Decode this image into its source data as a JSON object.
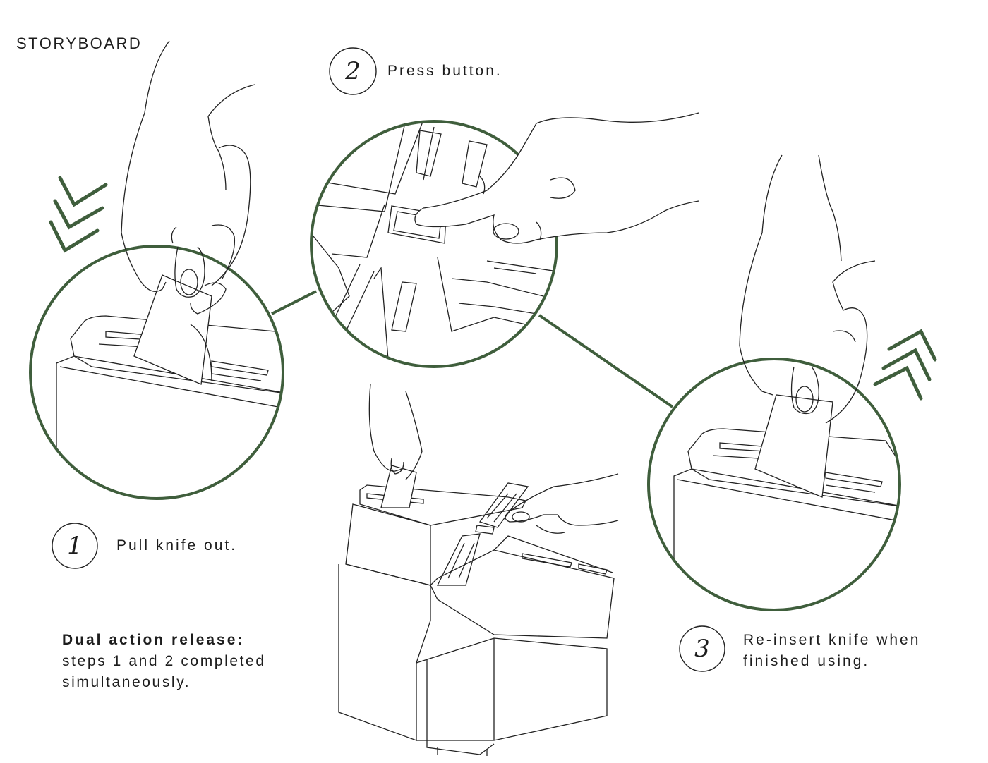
{
  "title": "STORYBOARD",
  "steps": [
    {
      "number": "1",
      "text": "Pull knife out."
    },
    {
      "number": "2",
      "text": "Press button."
    },
    {
      "number": "3",
      "line1": "Re-insert knife when",
      "line2": "finished using."
    }
  ],
  "note": {
    "heading": "Dual action release:",
    "line1": "steps 1 and 2 completed",
    "line2": "simultaneously."
  },
  "colors": {
    "accent": "#3f5e3c",
    "ink": "#1d1d1d"
  }
}
